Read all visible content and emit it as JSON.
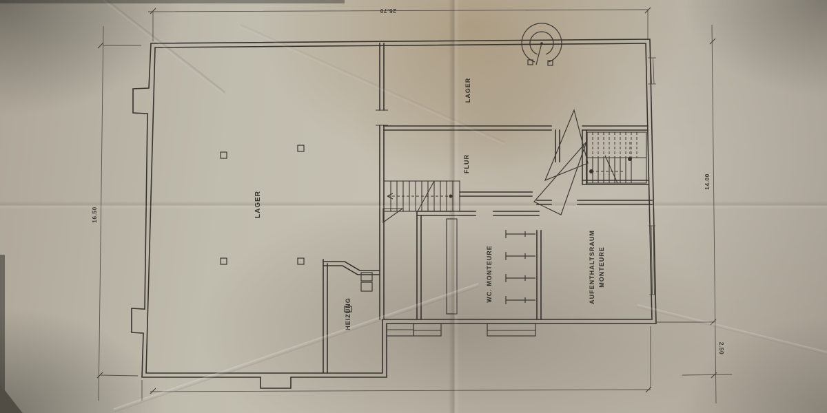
{
  "meta": {
    "type": "architectural-floorplan-photo",
    "language": "de"
  },
  "palette": {
    "paper": "#c1bbad",
    "ink": "#35322d",
    "dimension_lines": "#55504a",
    "warm_stain": "#87673a"
  },
  "rooms": {
    "lager_main": {
      "label": "LAGER"
    },
    "lager_upper": {
      "label": "LAGER"
    },
    "flur": {
      "label": "FLUR"
    },
    "wc_monteure": {
      "label": "WC. MONTEURE"
    },
    "aufenthaltsraum": {
      "line1": "AUFENTHALTSRAUM",
      "line2": "MONTEURE"
    },
    "heizung": {
      "label": "HEIZUNG"
    }
  },
  "dimensions": {
    "top_width": "25.70",
    "left_height": "16.50",
    "right_height": "14.00",
    "right_lower": "2.50"
  }
}
